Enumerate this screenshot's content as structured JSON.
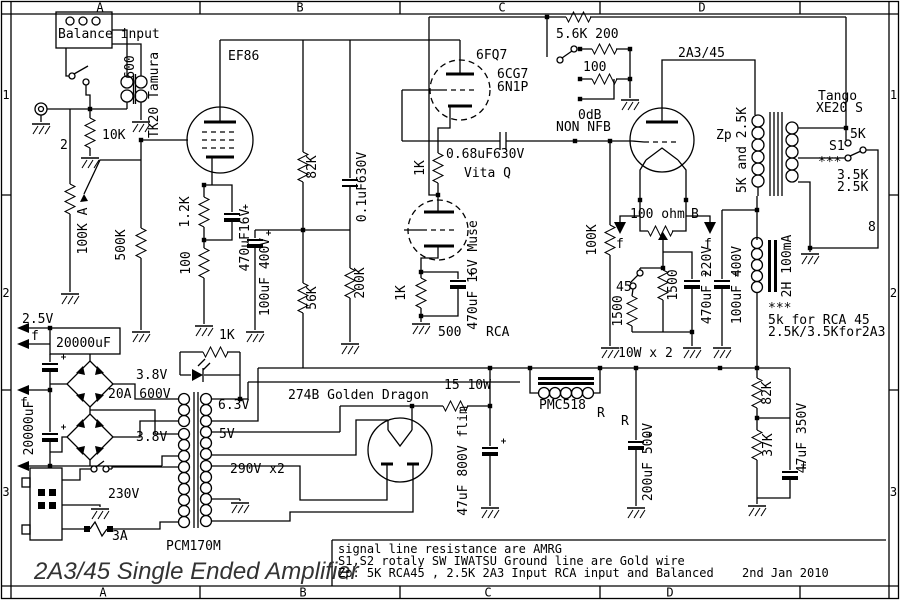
{
  "colors": {
    "ink": "#000000",
    "paper": "#ffffff",
    "title": "#333333"
  },
  "frame": {
    "top": [
      "A",
      "B",
      "C",
      "D"
    ],
    "bottom": [
      "A",
      "B",
      "C",
      "D"
    ],
    "left": [
      "1",
      "2",
      "3"
    ],
    "right": [
      "1",
      "2",
      "3"
    ]
  },
  "title": "2A3/45 Single Ended Amplifier",
  "notes": {
    "l1": "signal line resistance are AMRG",
    "l2": "S1,S2 rotaly SW IWATSU Ground line are Gold wire",
    "l3": "Zp: 5K RCA45 , 2.5K 2A3 Input RCA input and Balanced",
    "date": "2nd Jan 2010"
  },
  "input": {
    "balance": "Balance input",
    "z600": "600",
    "tk20": "TK20 Tamura",
    "r10k": "10K",
    "ch2": "2",
    "pot": "100K A",
    "r500k": "500K"
  },
  "ef86": {
    "name": "EF86",
    "r_plate": "82K",
    "r_k": "1.2K",
    "c_k": "470uF16V",
    "r_s": "100",
    "c_dec": "100uF 400V",
    "c_cpl": "0.1uF630V",
    "r_g": "56K",
    "r_g2": "200K"
  },
  "fq7": {
    "name": "6FQ7",
    "alt1": "6CG7",
    "alt2": "6N1P",
    "rk1": "1K",
    "rk2": "1K",
    "ck": "470uF 16V Muse",
    "r500": "500",
    "rca": "RCA",
    "ccpl": "0.68uF630V",
    "brand": "Vita Q"
  },
  "nfb": {
    "r1": "5.6K 200",
    "r2": "100",
    "db": "0dB",
    "non": "NON NFB"
  },
  "out": {
    "name": "2A3/45",
    "zp": "Zp",
    "zpv": "5K and 2.5K",
    "opt1": "Tango",
    "opt2": "XE20 S",
    "t5k": "5K",
    "s1": "S1",
    "st": "***",
    "t35": "3.5K",
    "t25": "2.5K",
    "o8": "8",
    "hum": "100 ohm",
    "hb": "B",
    "rg": "100K",
    "s45": "45",
    "r15a": "1500",
    "r15b": "1500",
    "ck": "470uF 220V",
    "cb": "100uF 400V",
    "pw": "10W x 2",
    "f1": "f",
    "f2": "f"
  },
  "chk": {
    "l": "2H 100mA",
    "st": "***",
    "n1": "5k for RCA 45",
    "n2": "2.5K/3.5Kfor2A3"
  },
  "psu": {
    "v25": "2.5V",
    "f1": "f",
    "f2": "f",
    "c1": "20000uF",
    "c2": "20000uF",
    "v38a": "3.8V",
    "brv": "20A 600V",
    "v38b": "3.8V",
    "r1k": "1K",
    "v63": "6.3V",
    "v5": "5V",
    "v290": "290V x2",
    "v230": "230V",
    "fuse": "3A",
    "pt": "PCM170M",
    "rect": "274B Golden Dragon",
    "r15": "15 10W",
    "c47": "47uF 800V flim",
    "pmc": "PMC518",
    "ra": "R",
    "rb": "R",
    "c200": "200uF 500V",
    "r82": "82K",
    "r37": "37K",
    "c473": "47uF 350V"
  }
}
